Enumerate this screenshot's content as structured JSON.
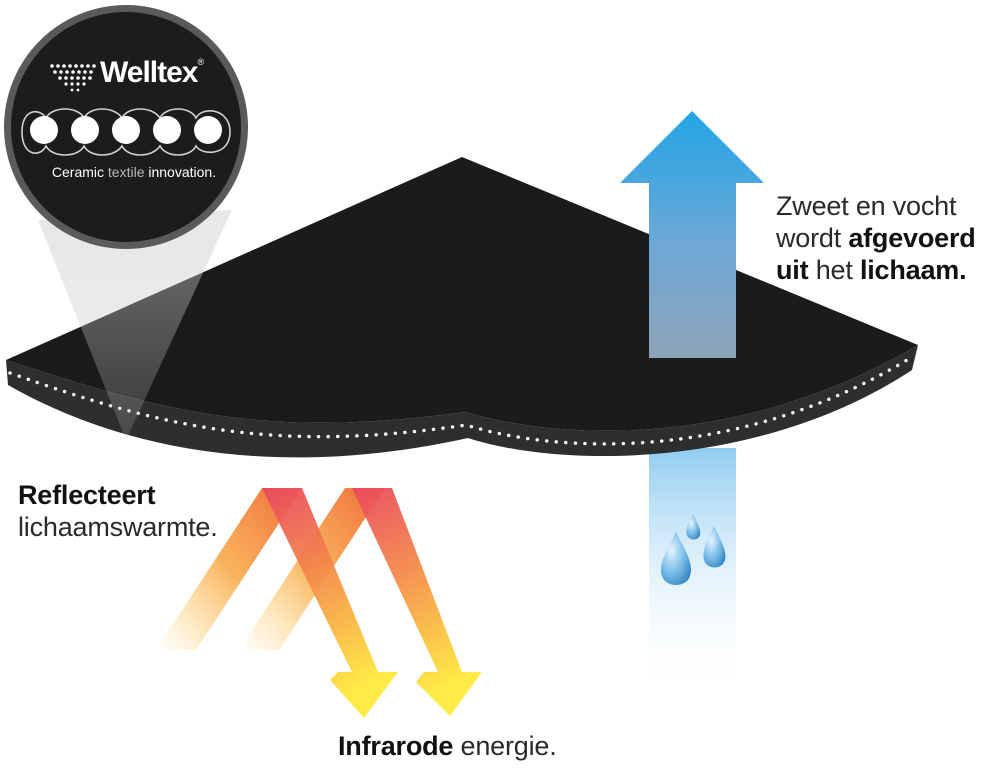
{
  "badge": {
    "brand": "Welltex",
    "registered": "®",
    "tagline_pre": "Ceramic ",
    "tagline_mid": "textile",
    "tagline_post": " innovation."
  },
  "labels": {
    "sweat_line1": "Zweet en vocht",
    "sweat_line2_pre": "wordt ",
    "sweat_line2_bold": "afgevoerd",
    "sweat_line3_bold": "uit",
    "sweat_line3_mid": " het ",
    "sweat_line3_bold2": "lichaam.",
    "reflect_bold": "Reflecteert",
    "reflect_line2": "lichaamswarmte.",
    "infra_bold": "Infrarode",
    "infra_rest": " energie."
  },
  "colors": {
    "fabric": "#1b1b1b",
    "arrow_blue": "#2aa2e0",
    "arrow_red": "#e8485a",
    "arrow_orange": "#f5a623",
    "arrow_yellow": "#ffe24a",
    "drop_blue": "#4fa6dd"
  }
}
